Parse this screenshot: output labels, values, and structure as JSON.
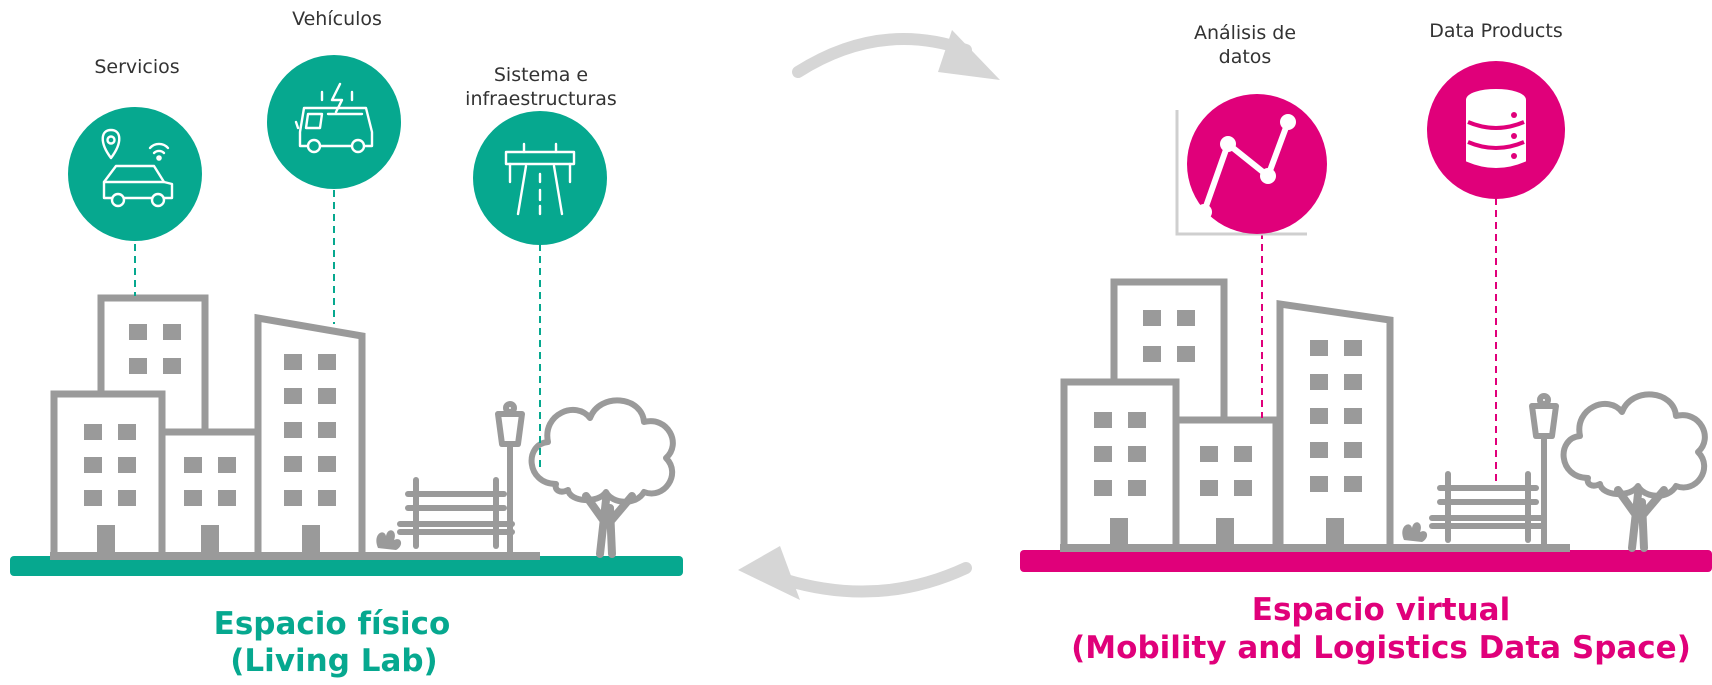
{
  "physical": {
    "title_line1": "Espacio físico",
    "title_line2": "(Living Lab)",
    "color": "#06a88f",
    "nodes": [
      {
        "label": "Servicios",
        "icon": "car-location-wifi-icon"
      },
      {
        "label": "Vehículos",
        "icon": "electric-bus-icon"
      },
      {
        "label_line1": "Sistema e",
        "label_line2": "infraestructuras",
        "icon": "road-gantry-icon"
      }
    ]
  },
  "virtual": {
    "title_line1": "Espacio virtual",
    "title_line2": "(Mobility and Logistics Data Space)",
    "color": "#e0007a",
    "nodes": [
      {
        "label_line1": "Análisis de",
        "label_line2": "datos",
        "icon": "line-chart-icon"
      },
      {
        "label": "Data Products",
        "icon": "database-icon"
      }
    ]
  },
  "colors": {
    "building_gray": "#9a9a9a",
    "arrow_gray": "#d6d6d6",
    "label_text": "#333333"
  },
  "cycle_arrows": [
    "arrow-top-right-icon",
    "arrow-bottom-left-icon"
  ]
}
